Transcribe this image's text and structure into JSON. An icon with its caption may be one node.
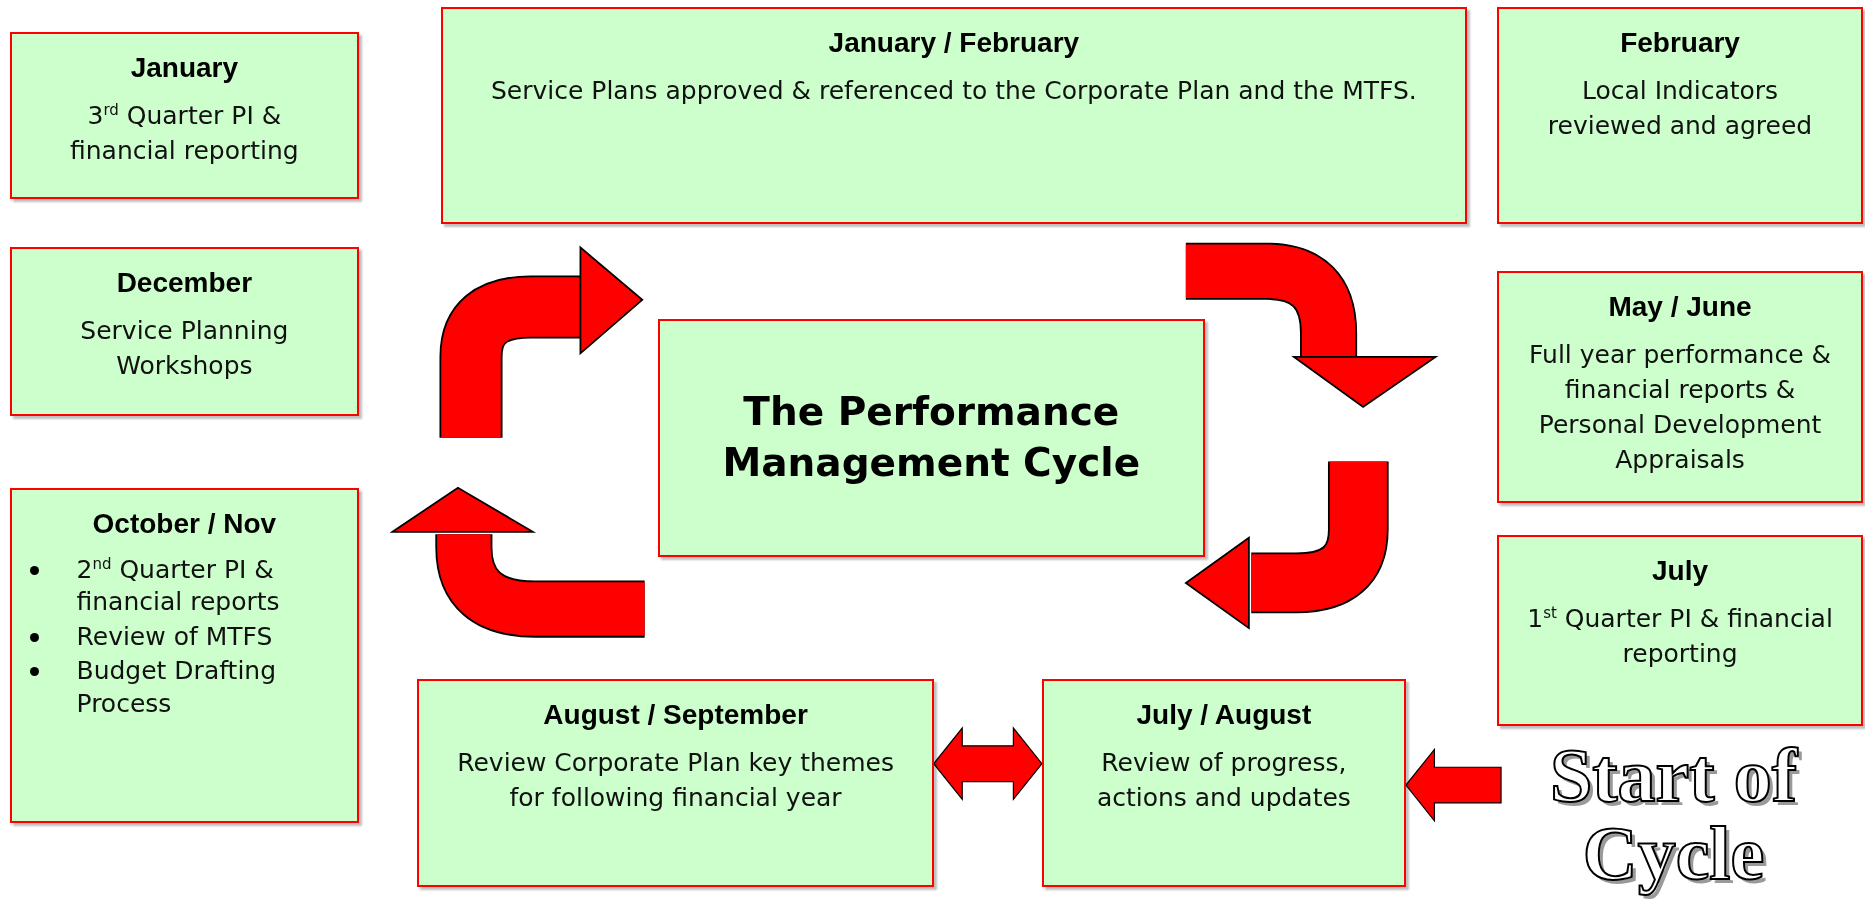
{
  "diagram": {
    "nodes": [
      {
        "text": [
          "January",
          "3$^{rd}$ Quarter PI & financial reporting"
        ]
      },
      {
        "text": [
          "January / February",
          "Service Plans approved & referenced to the Corporate Plan and the MTFS."
        ]
      },
      {
        "text": [
          "February",
          "Local Indicators reviewed and agreed"
        ]
      },
      {
        "text": [
          "December",
          "Service Planning Workshops"
        ]
      },
      {
        "text": [
          "May / June",
          "Full year performance & financial reports & Personal Development Appraisals"
        ]
      },
      {
        "text": [
          "The Performance Management Cycle"
        ]
      },
      {
        "text": [
          "October / Nov",
          "2$^{nd}$ Quarter PI & financial  reports",
          "Review of MTFS",
          "Budget Drafting Process"
        ]
      },
      {
        "text": [
          "July",
          "1$^{st}$ Quarter PI & financial reporting"
        ]
      },
      {
        "text": [
          "August / September",
          "Review Corporate Plan key themes for following financial year"
        ]
      },
      {
        "text": [
          "July / August",
          "Review of progress, actions and updates"
        ]
      },
      {
        "text": [
          "Start of Cycle"
        ]
      }
    ],
    "edges": [
      {
        "from": 8,
        "to": 9,
        "arrow": "both"
      },
      {
        "from": 10,
        "to": 9,
        "arrow": "to"
      }
    ]
  }
}
